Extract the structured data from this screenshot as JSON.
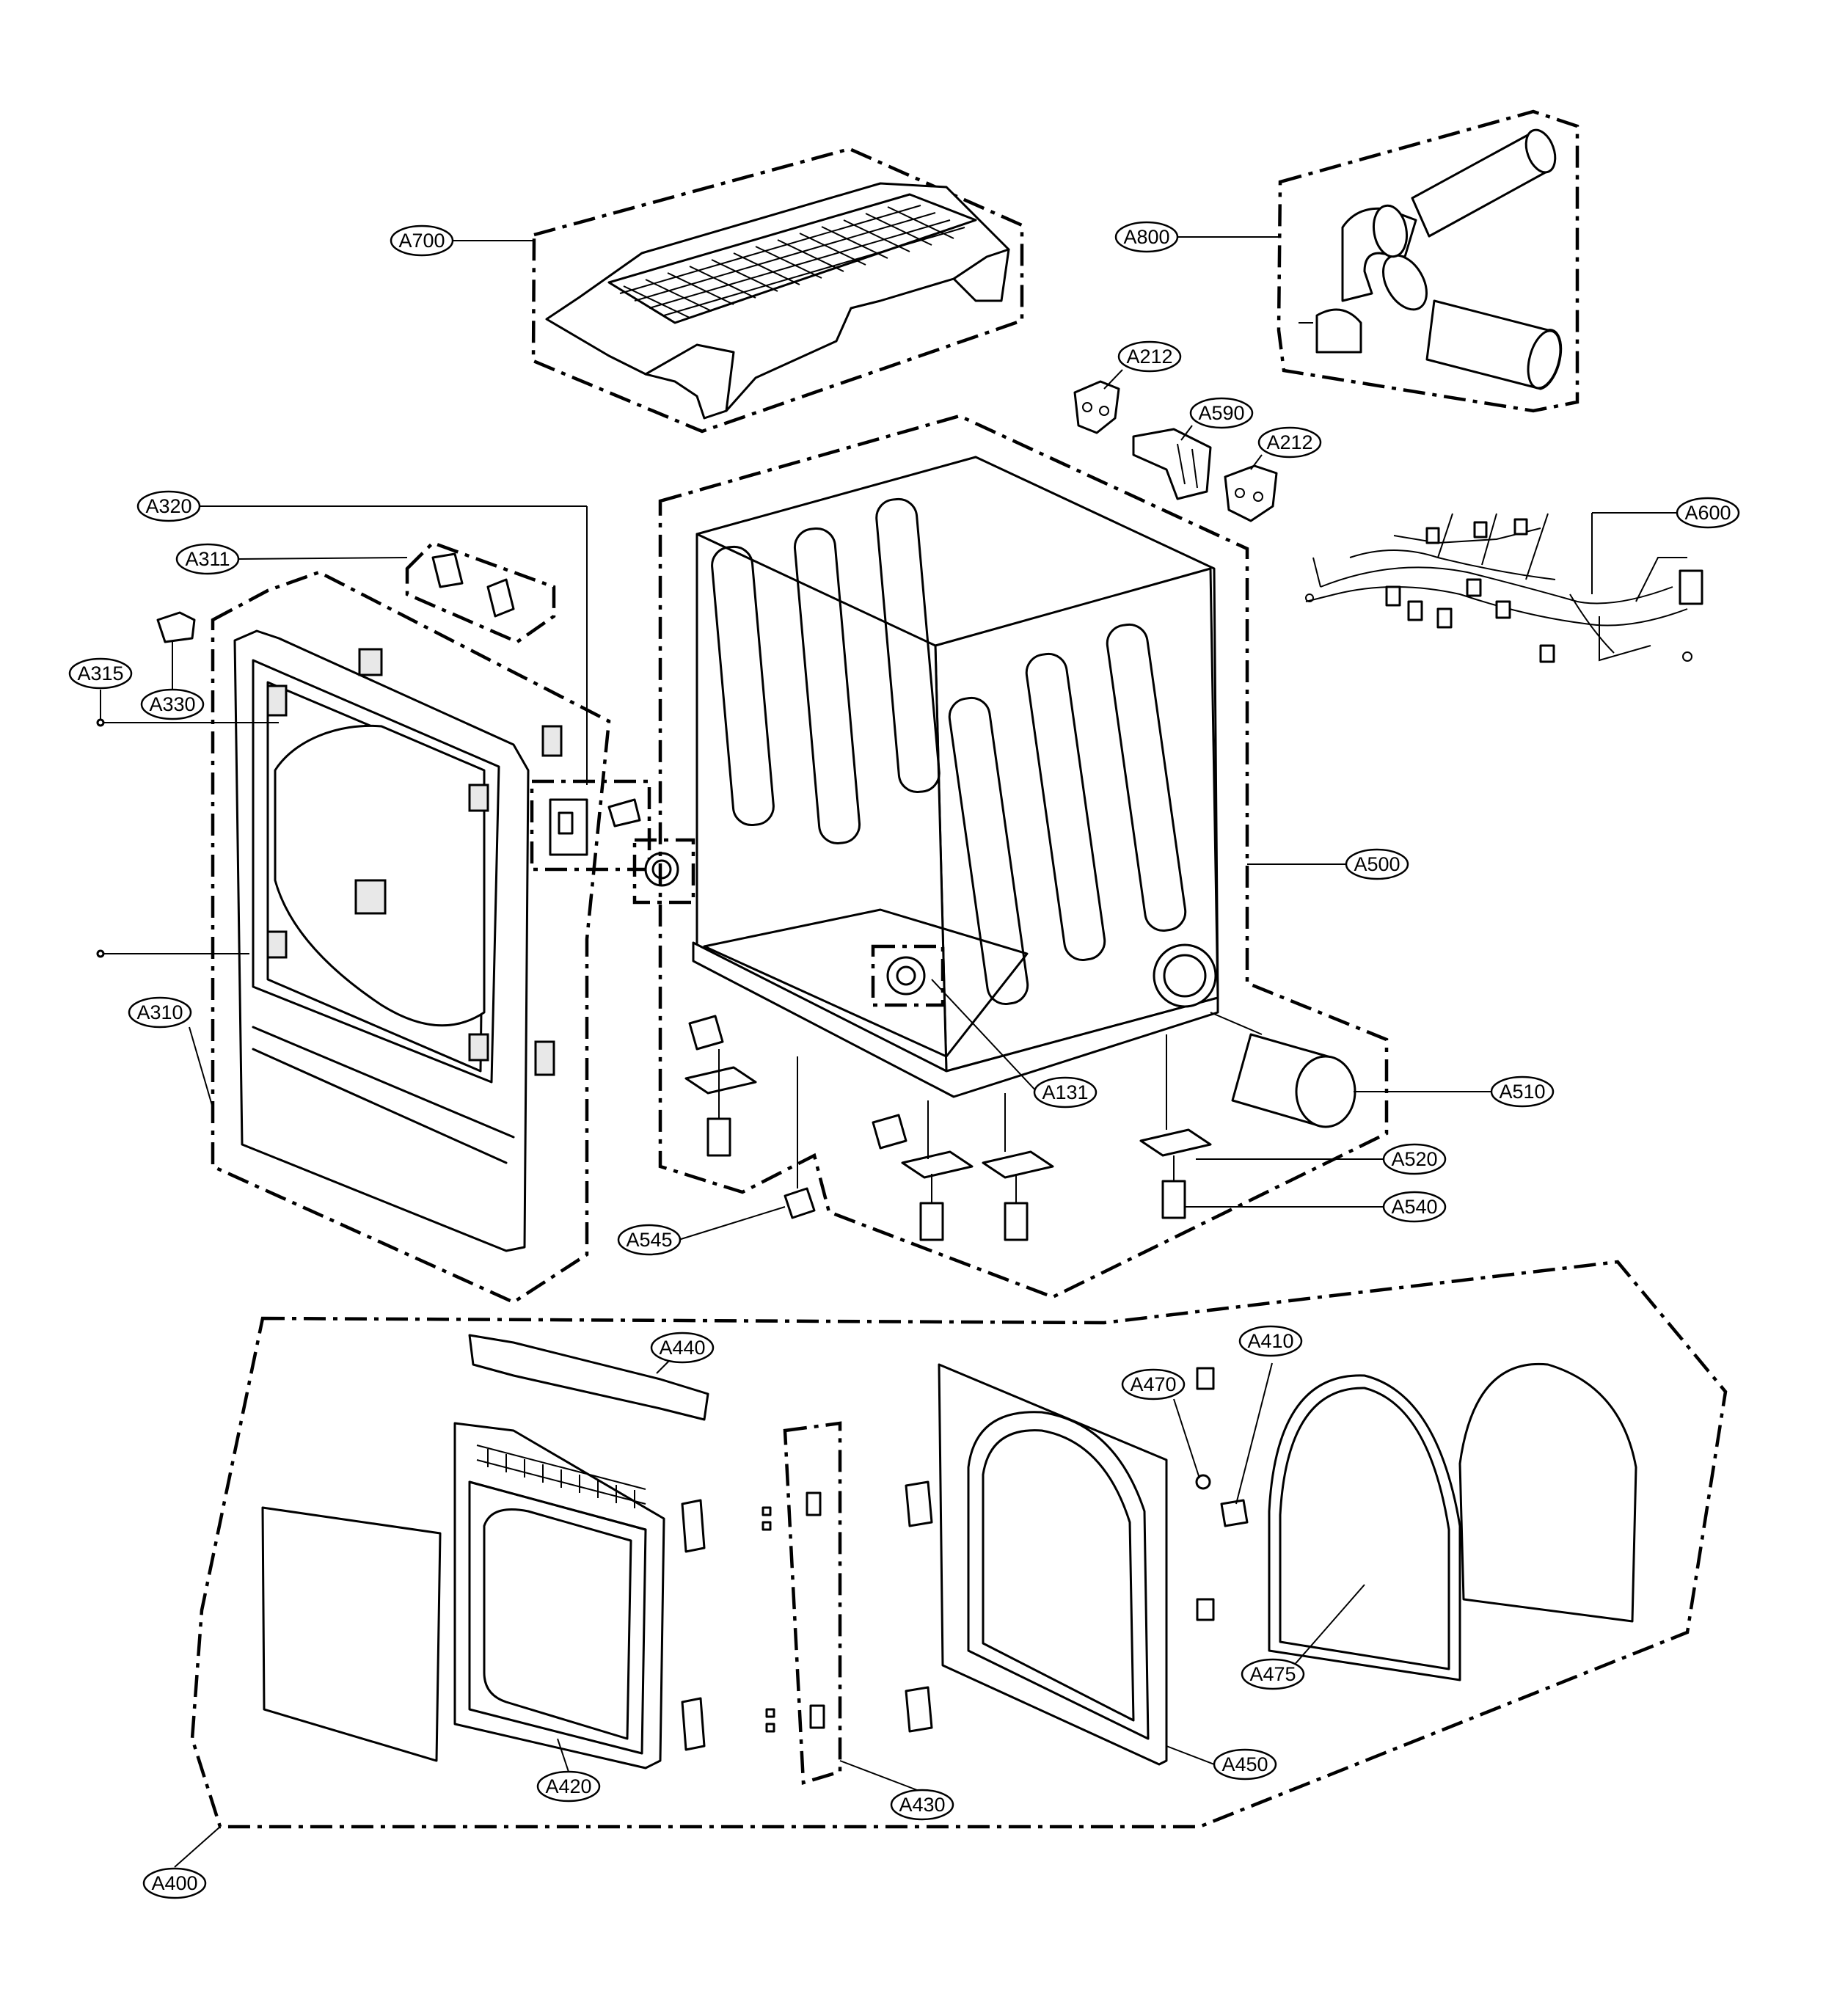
{
  "labels": {
    "A700": "A700",
    "A800": "A800",
    "A212_top": "A212",
    "A590": "A590",
    "A212_right": "A212",
    "A600": "A600",
    "A320": "A320",
    "A311": "A311",
    "A315": "A315",
    "A330": "A330",
    "A310": "A310",
    "A500": "A500",
    "A131": "A131",
    "A510": "A510",
    "A520": "A520",
    "A540": "A540",
    "A545": "A545",
    "A440": "A440",
    "A470": "A470",
    "A410": "A410",
    "A475": "A475",
    "A450": "A450",
    "A420": "A420",
    "A430": "A430",
    "A400": "A400"
  }
}
